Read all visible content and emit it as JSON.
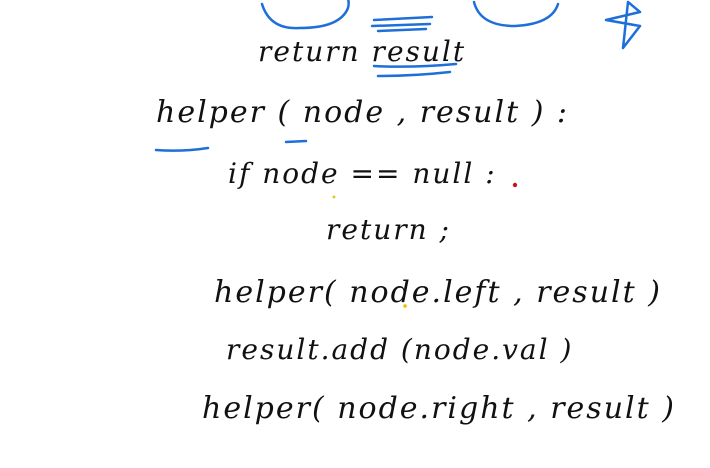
{
  "notes": {
    "lines": [
      "return result",
      "helper ( node , result ) :",
      "if node == null :",
      "return ;",
      "helper( node.left , result )",
      "result.add (node.val )",
      "helper( node.right , result )"
    ]
  },
  "colors": {
    "ink": "#111111",
    "pen_blue": "#1e6fd9",
    "dot_red": "#c8141e",
    "dot_yellow": "#e6c200"
  }
}
